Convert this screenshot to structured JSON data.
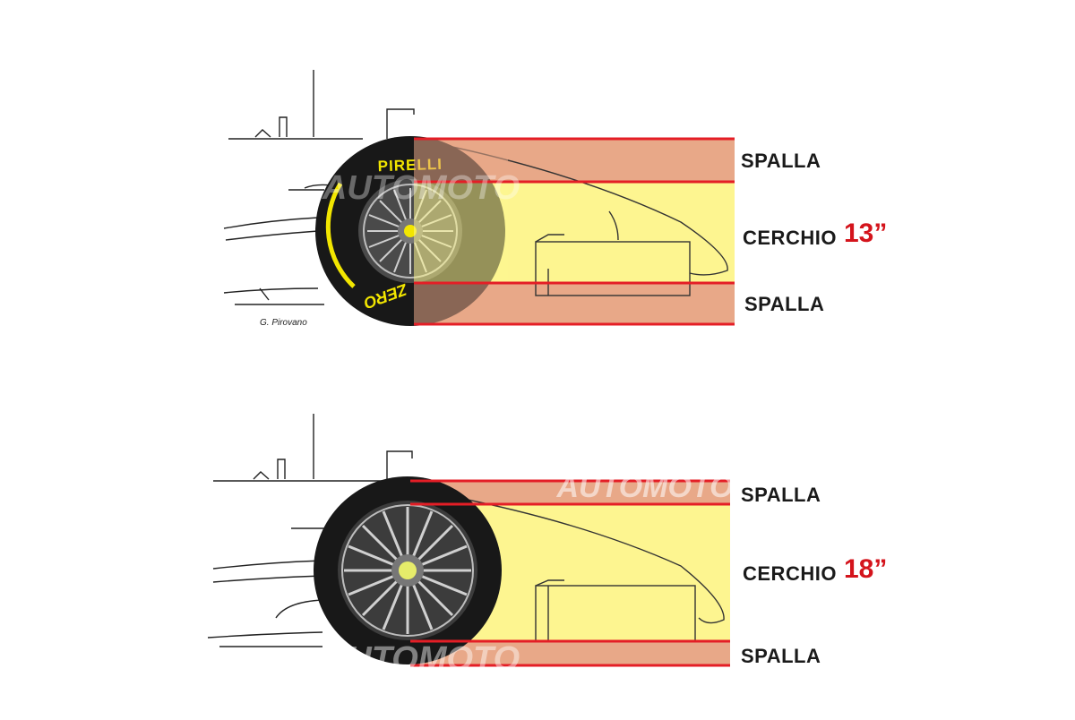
{
  "colors": {
    "shoulder_band": "#e8a888",
    "rim_band": "#fdf590",
    "guide_line": "#e41e26",
    "tyre": "#181818",
    "rim_text": "#d4141c",
    "tyre_marking": "#f2e600"
  },
  "top_panel": {
    "label_top": "SPALLA",
    "label_middle": "CERCHIO",
    "rim_size": "13”",
    "label_bottom": "SPALLA",
    "brand": "PIRELLI",
    "compound": "ZERO",
    "credit": "G. Pirovano"
  },
  "bottom_panel": {
    "label_top": "SPALLA",
    "label_middle": "CERCHIO",
    "rim_size": "18”",
    "label_bottom": "SPALLA"
  },
  "watermark": "AUTOMOTO"
}
